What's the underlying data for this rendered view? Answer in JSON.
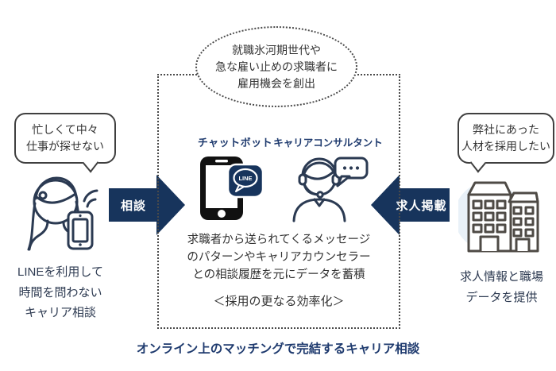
{
  "top_bubble": {
    "lines": [
      "就職氷河期世代や",
      "急な雇い止めの求職者に",
      "雇用機会を創出"
    ]
  },
  "left": {
    "bubble_lines": [
      "忙しくて中々",
      "仕事が探せない"
    ],
    "icon": "woman-using-smartphone-icon",
    "caption_lines": [
      "LINEを利用して",
      "時間を問わない",
      "キャリア相談"
    ],
    "arrow_label": "相談"
  },
  "right": {
    "bubble_lines": [
      "弊社にあった",
      "人材を採用したい"
    ],
    "icon": "office-building-icon",
    "caption_lines": [
      "求人情報と職場",
      "データを提供"
    ],
    "arrow_label": "求人掲載"
  },
  "center": {
    "chatbot_label": "チャットボット",
    "consultant_label": "キャリアコンサルタント",
    "line_logo_text": "LINE",
    "description_lines": [
      "求職者から送られてくるメッセージ",
      "のパターンやキャリアカウンセラー",
      "との相談履歴を元にデータを蓄積"
    ],
    "highlight": "＜採用の更なる効率化＞"
  },
  "footer": {
    "caption": "オンライン上のマッチングで完結するキャリア相談"
  },
  "colors": {
    "navy": "#17345c",
    "label-blue": "#1e3a6e",
    "caption": "#2e3b52",
    "ink": "#333333",
    "bubble-border": "#3f3f3f",
    "dotted": "#4a4a4a",
    "art": "#2b3a52",
    "bld": "#4e4a45",
    "lightblue": "#e9f1f8"
  }
}
